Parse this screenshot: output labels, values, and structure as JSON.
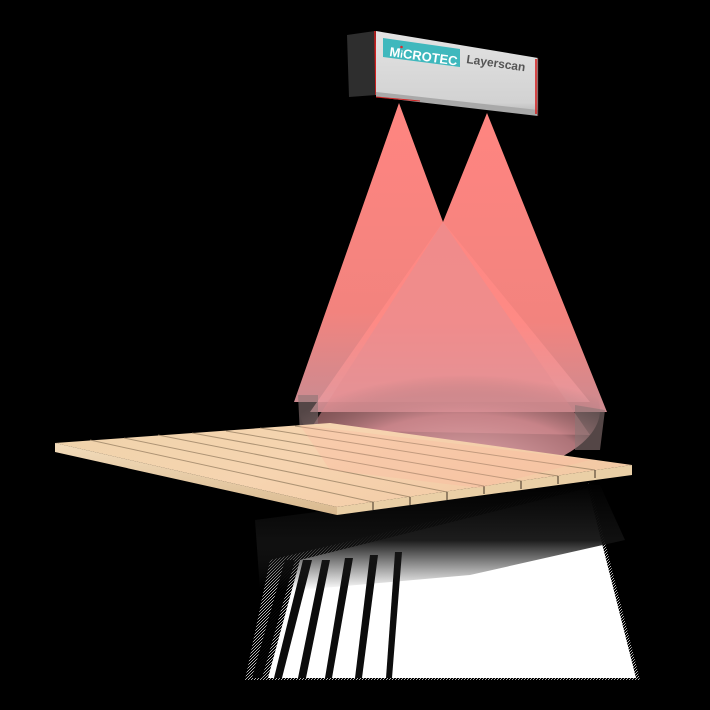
{
  "scene": {
    "description": "Laser layer scanner above wooden boards",
    "background": "#000000"
  },
  "sensor": {
    "brand_prefix": "M",
    "brand_i": "i",
    "brand_suffix": "CROTEC",
    "product_name": "Layerscan",
    "brand_badge_color": "#3fb8bd",
    "brand_dot_color": "#e0262a",
    "housing_color": "#d9d9d9",
    "endcap_color": "#2e2e2e",
    "accent_edge_color": "#d42020"
  },
  "laser": {
    "color": "#ff8a85",
    "beam_count": 2
  },
  "boards": {
    "count": 8,
    "wood_color": "#f2d2aa"
  }
}
